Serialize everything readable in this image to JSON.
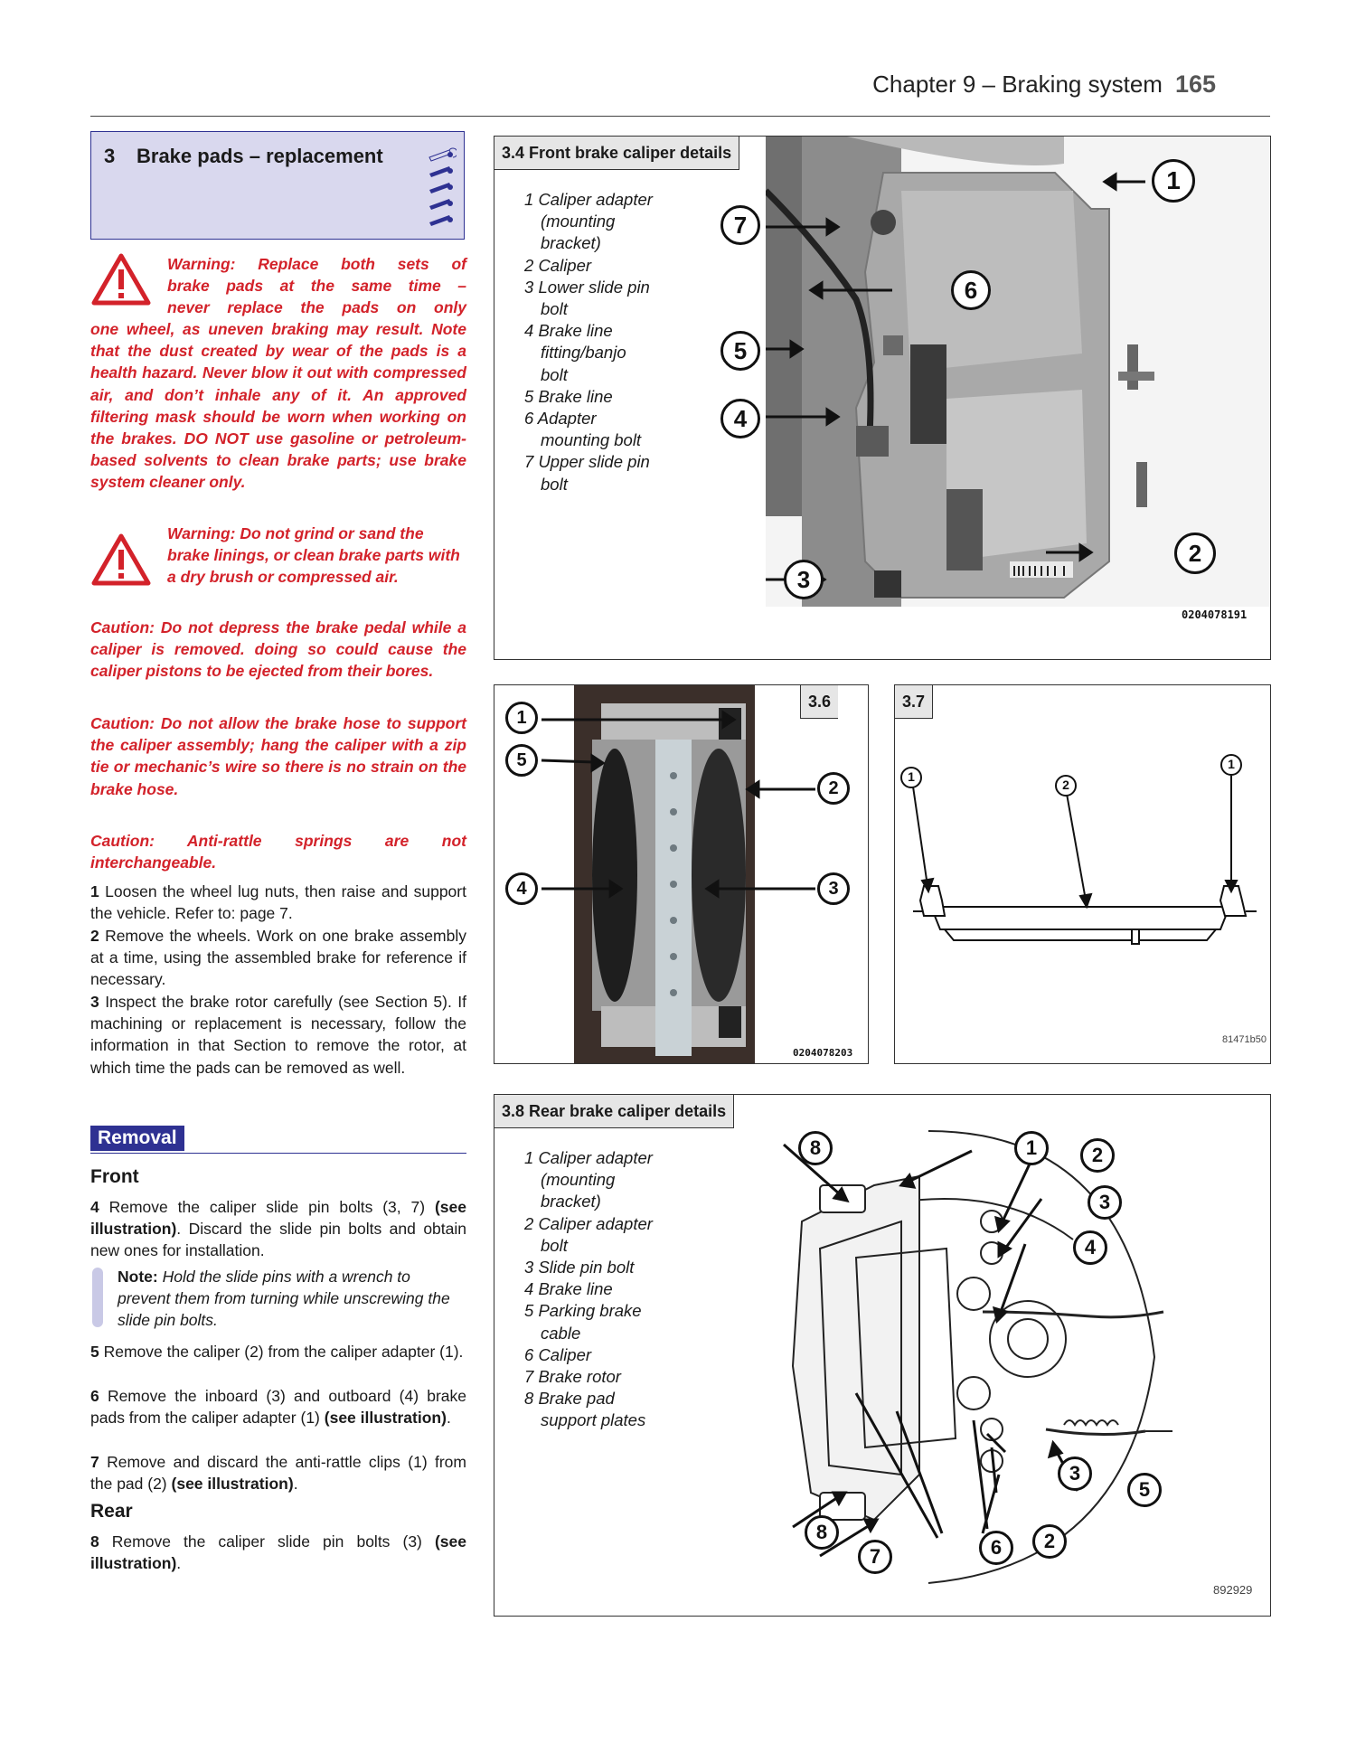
{
  "header": {
    "chapter": "Chapter 9 – Braking system",
    "page_number": "165"
  },
  "section": {
    "number": "3",
    "title": "Brake pads – replacement"
  },
  "warnings": {
    "w1_lines": [
      "Warning: Replace both sets of",
      "brake pads at the same time –",
      "never replace the pads on only"
    ],
    "w1_rest": "one wheel, as uneven braking may result. Note that the dust created by wear of the pads is a health hazard. Never blow it out with compressed air, and don’t inhale any of it. An approved filtering mask should be worn when working on the brakes. DO NOT use gasoline or petroleum-based solvents to clean brake parts; use brake system cleaner only.",
    "w2_text": "Warning: Do not grind or sand the brake linings, or clean brake parts with a dry brush or compressed air.",
    "caution1": "Caution: Do not depress the brake pedal while a caliper is removed. doing so could cause the caliper pistons to be ejected from their bores.",
    "caution2": "Caution: Do not allow the brake hose to support the caliper assembly; hang the caliper with a zip tie or mechanic’s wire so there is no strain on the brake hose.",
    "caution3": "Caution: Anti-rattle springs are not interchangeable."
  },
  "steps": {
    "s1_num": "1",
    "s1_text": "Loosen the wheel lug nuts, then raise and support the vehicle. Refer to: page 7.",
    "s2_num": "2",
    "s2_text": "Remove the wheels. Work on one brake assembly at a time, using the assembled brake for reference if necessary.",
    "s3_num": "3",
    "s3_text": "Inspect the brake rotor carefully (see Section 5). If machining or replacement is necessary, follow the information in that Section to remove the rotor, at which time the pads can be removed as well.",
    "s4_num": "4",
    "s4_pre": "Remove the caliper slide pin bolts (3, 7)",
    "s4_bold": "(see illustration)",
    "s4_post": ". Discard the slide pin bolts and obtain new ones for installation.",
    "s5_num": "5",
    "s5_text": "Remove the caliper (2) from the caliper adapter (1).",
    "s6_num": "6",
    "s6_pre": "Remove the inboard (3) and outboard (4) brake pads from the caliper adapter (1)",
    "s6_bold": "(see illustration)",
    "s6_post": ".",
    "s7_num": "7",
    "s7_pre": "Remove and discard the anti-rattle clips (1) from the pad (2)",
    "s7_bold": "(see illustration)",
    "s7_post": ".",
    "s8_num": "8",
    "s8_pre": "Remove the caliper slide pin bolts (3)",
    "s8_bold": "(see illustration)",
    "s8_post": "."
  },
  "removal": {
    "label": "Removal",
    "front": "Front",
    "rear": "Rear"
  },
  "note": {
    "label": "Note:",
    "text": "Hold the slide pins with a wrench to prevent them from turning while unscrewing the slide pin bolts."
  },
  "figures": {
    "fig34": {
      "caption": "3.4 Front brake caliper details",
      "legend": [
        {
          "n": "1",
          "lines": [
            "Caliper adapter",
            "(mounting",
            "bracket)"
          ]
        },
        {
          "n": "2",
          "lines": [
            "Caliper"
          ]
        },
        {
          "n": "3",
          "lines": [
            "Lower slide pin",
            "bolt"
          ]
        },
        {
          "n": "4",
          "lines": [
            "Brake line",
            "fitting/banjo",
            "bolt"
          ]
        },
        {
          "n": "5",
          "lines": [
            "Brake line"
          ]
        },
        {
          "n": "6",
          "lines": [
            "Adapter",
            "mounting bolt"
          ]
        },
        {
          "n": "7",
          "lines": [
            "Upper slide pin",
            "bolt"
          ]
        }
      ],
      "callouts": [
        "1",
        "7",
        "6",
        "5",
        "4",
        "3",
        "2"
      ],
      "code": "0204078191"
    },
    "fig36": {
      "caption": "3.6",
      "callouts": [
        "1",
        "5",
        "2",
        "4",
        "3"
      ],
      "code": "0204078203"
    },
    "fig37": {
      "caption": "3.7",
      "callouts": [
        "1",
        "2",
        "1"
      ],
      "code": "81471b50"
    },
    "fig38": {
      "caption": "3.8 Rear brake caliper details",
      "legend": [
        {
          "n": "1",
          "lines": [
            "Caliper adapter",
            "(mounting",
            "bracket)"
          ]
        },
        {
          "n": "2",
          "lines": [
            "Caliper adapter",
            "bolt"
          ]
        },
        {
          "n": "3",
          "lines": [
            "Slide pin bolt"
          ]
        },
        {
          "n": "4",
          "lines": [
            "Brake line"
          ]
        },
        {
          "n": "5",
          "lines": [
            "Parking brake",
            "cable"
          ]
        },
        {
          "n": "6",
          "lines": [
            "Caliper"
          ]
        },
        {
          "n": "7",
          "lines": [
            "Brake rotor"
          ]
        },
        {
          "n": "8",
          "lines": [
            "Brake pad",
            "support plates"
          ]
        }
      ],
      "callouts": [
        "8",
        "1",
        "2",
        "3",
        "4",
        "3",
        "5",
        "8",
        "7",
        "6",
        "2"
      ],
      "code": "892929"
    }
  },
  "colors": {
    "accent_blue": "#2e3192",
    "warning_red": "#d3222a",
    "section_bg": "#d9d8ee"
  }
}
